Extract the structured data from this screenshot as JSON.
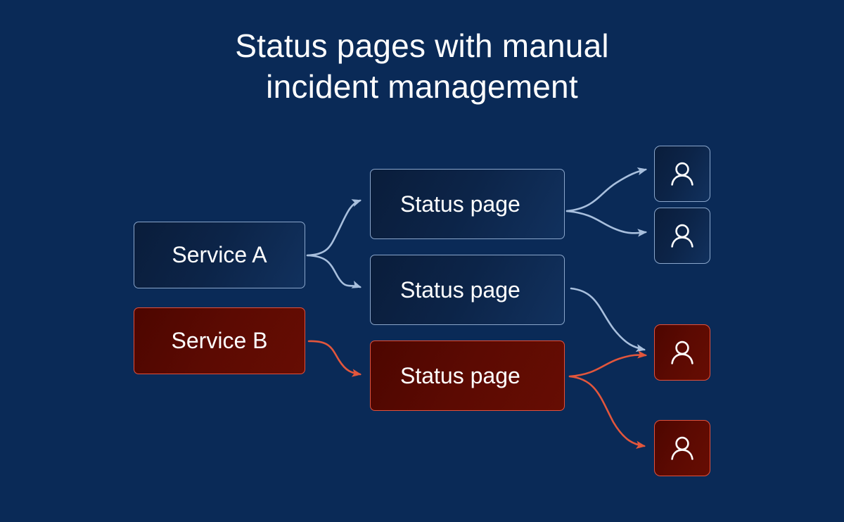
{
  "title": "Status pages with manual\nincident management",
  "colors": {
    "background": "#0a2a57",
    "blue_fill": "#0c2448",
    "blue_border": "#8aa6cb",
    "red_fill": "#5c0a02",
    "red_border": "#e2503a",
    "blue_arrow": "#a8bfdd",
    "red_arrow": "#e2563c",
    "text": "#ffffff"
  },
  "nodes": {
    "services": [
      {
        "id": "service-a",
        "label": "Service A",
        "state": "healthy"
      },
      {
        "id": "service-b",
        "label": "Service B",
        "state": "incident"
      }
    ],
    "status_pages": [
      {
        "id": "status-page-1",
        "label": "Status page",
        "state": "healthy"
      },
      {
        "id": "status-page-2",
        "label": "Status page",
        "state": "healthy"
      },
      {
        "id": "status-page-3",
        "label": "Status page",
        "state": "incident"
      }
    ],
    "users": [
      {
        "id": "user-1",
        "icon": "person-icon",
        "state": "healthy"
      },
      {
        "id": "user-2",
        "icon": "person-icon",
        "state": "healthy"
      },
      {
        "id": "user-3",
        "icon": "person-icon",
        "state": "incident"
      },
      {
        "id": "user-4",
        "icon": "person-icon",
        "state": "incident"
      }
    ]
  },
  "edges": [
    {
      "from": "service-a",
      "to": "status-page-1",
      "color": "blue"
    },
    {
      "from": "service-a",
      "to": "status-page-2",
      "color": "blue"
    },
    {
      "from": "status-page-1",
      "to": "user-1",
      "color": "blue"
    },
    {
      "from": "status-page-1",
      "to": "user-2",
      "color": "blue"
    },
    {
      "from": "status-page-2",
      "to": "user-3",
      "color": "blue"
    },
    {
      "from": "service-b",
      "to": "status-page-3",
      "color": "red"
    },
    {
      "from": "status-page-3",
      "to": "user-3",
      "color": "red"
    },
    {
      "from": "status-page-3",
      "to": "user-4",
      "color": "red"
    }
  ]
}
